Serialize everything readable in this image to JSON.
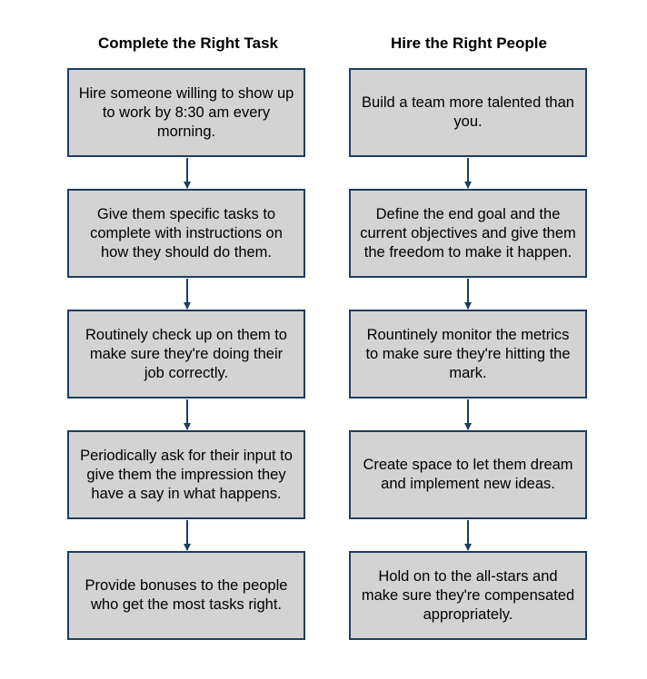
{
  "columns": [
    {
      "title": "Complete the Right Task",
      "steps": [
        "Hire someone willing to show up to work by 8:30 am every morning.",
        "Give them specific tasks to complete with instructions on how they should do them.",
        "Routinely check up on them to make sure they're doing their job correctly.",
        "Periodically ask for their input to give them the impression they have a say in what happens.",
        "Provide bonuses to the people who get the most tasks right."
      ]
    },
    {
      "title": "Hire the Right People",
      "steps": [
        "Build a team more talented than you.",
        "Define the end goal and the current objectives and give them the freedom to make it happen.",
        "Rountinely monitor the metrics to make sure they're hitting the mark.",
        "Create space to let them dream and implement new ideas.",
        "Hold on to the all-stars and make sure they're compensated appropriately."
      ]
    }
  ],
  "colors": {
    "box_fill": "#d3d3d3",
    "box_border": "#1f3d5e",
    "arrow": "#1f3d5e"
  }
}
